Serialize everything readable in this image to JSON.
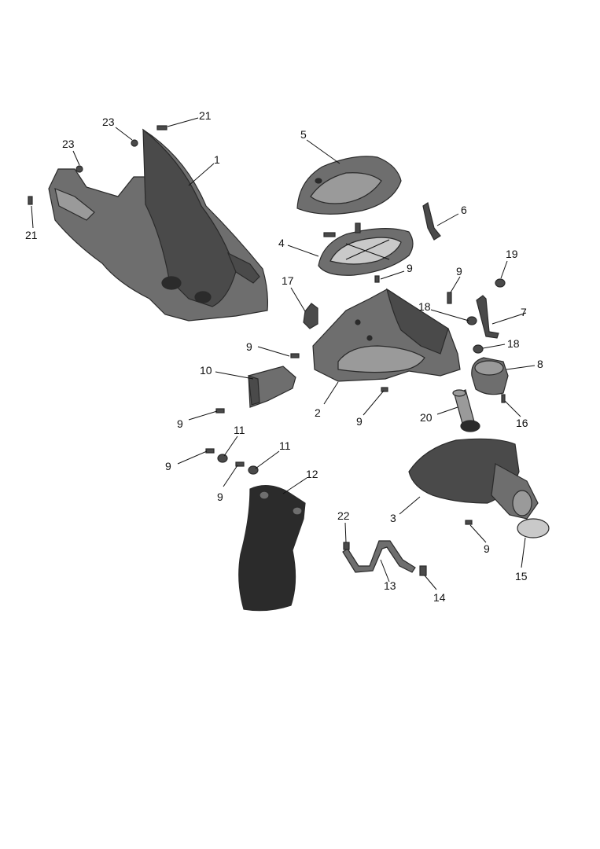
{
  "callouts": {
    "c1": "1",
    "c2": "2",
    "c3": "3",
    "c4": "4",
    "c5": "5",
    "c6": "6",
    "c7": "7",
    "c8": "8",
    "c9a": "9",
    "c9b": "9",
    "c9c": "9",
    "c9d": "9",
    "c9e": "9",
    "c9f": "9",
    "c9g": "9",
    "c9h": "9",
    "c10": "10",
    "c11a": "11",
    "c11b": "11",
    "c12": "12",
    "c13": "13",
    "c14": "14",
    "c15": "15",
    "c16": "16",
    "c17": "17",
    "c18a": "18",
    "c18b": "18",
    "c19": "19",
    "c20": "20",
    "c21a": "21",
    "c21b": "21",
    "c22": "22",
    "c23a": "23",
    "c23b": "23"
  }
}
